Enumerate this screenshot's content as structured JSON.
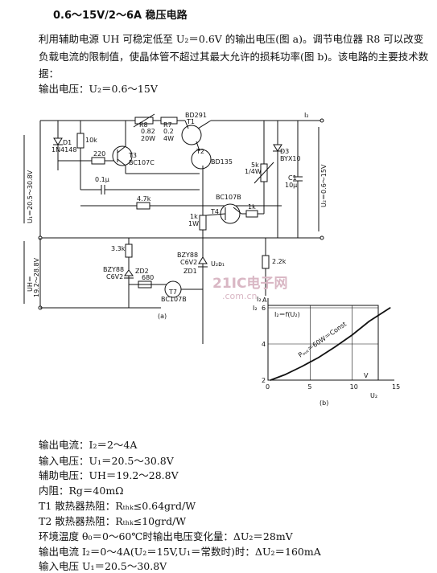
{
  "title": "0.6～15V/2～6A 稳压电路",
  "intro": [
    "利用辅助电源 UH 可稳定低至 U₂＝0.6V 的输出电压(图 a)。调节电位器 R8 可以改变",
    "负载电流的限制值，使晶体管不超过其最大允许的损耗功率(图 b)。该电路的主要技术数",
    "据：",
    "输出电压：U₂＝0.6～15V"
  ],
  "circuit": {
    "R8": "R8",
    "R8_val": "0.82",
    "R8_w": "20W",
    "R7": "R7",
    "R7_val": "0.2",
    "R7_w": "4W",
    "BD291": "BD291",
    "T1": "T1",
    "T2": "T2",
    "BD135": "BD135",
    "D1": "D1",
    "IN4148": "1N4148",
    "R10k": "10k",
    "R220": "220",
    "T3": "T3",
    "BC107C": "BC107C",
    "C01": "0.1μ",
    "R47k": "4.7k",
    "U1": "U₁＝20.5～30.8V",
    "R1k": "1k",
    "R1W": "1W",
    "T4": "T4",
    "BC107B": "BC107B",
    "R1k2": "1k",
    "Rpot5k": "5k",
    "Rpot_w": "1/4W",
    "D3": "D3",
    "BYX10": "BYX10",
    "C1": "C1",
    "C1_val": "10μ",
    "U2": "U₂＝0.6～15V",
    "I2": "I₂",
    "UH": "UH＝",
    "UH_val": "19.2～28.8V",
    "R33k": "3.3k",
    "BZY88a": "BZY88",
    "C6V2a": "C6V2",
    "ZD2": "ZD2",
    "BZY88b": "BZY88",
    "C6V2b": "C6V2",
    "ZD1": "ZD1",
    "UZD1": "U₂ᴅ₁",
    "R680": "680",
    "T7": "T7",
    "BC107B_b": "BC107B",
    "R22k": "2.2k",
    "A": "A",
    "Ia": "I₂",
    "fig_a": "(a)",
    "watermark": "21IC电子网",
    "watermark2": ".com.cn"
  },
  "chart_data": {
    "type": "line",
    "title": "",
    "annotation_func": "I₂＝f(U₂)",
    "curve_label": "Pₒᵤₜ＝60W＝Const",
    "xlabel": "U₂",
    "ylabel": "I₂",
    "x_unit": "V",
    "xlim": [
      0,
      15
    ],
    "ylim": [
      2,
      6
    ],
    "x_ticks": [
      "0",
      "5",
      "10",
      "15"
    ],
    "y_ticks": [
      "2",
      "4",
      "6"
    ],
    "series": [
      {
        "x": [
          0.3,
          2,
          4,
          6,
          8,
          10,
          12,
          14.5
        ],
        "y": [
          2.0,
          2.3,
          2.75,
          3.25,
          3.85,
          4.5,
          5.25,
          6.0
        ]
      }
    ],
    "fig_label": "(b)"
  },
  "specs": [
    "输出电流：I₂＝2～4A",
    "输入电压：U₁＝20.5～30.8V",
    "辅助电压：UH＝19.2～28.8V",
    "内阻：Rg＝40mΩ",
    "T1 散热器热阻：Rₜₕₖ≤0.64grd/W",
    "T2 散热器热阻：Rₜₕₖ≤10grd/W",
    "环境温度 θ₀＝0～60℃时输出电压变化量：ΔU₂＝28mV",
    "输出电流 I₂＝0～4A(U₂＝15V,U₁＝常数时)时：ΔU₂＝160mA",
    "输入电压 U₁＝20.5～30.8V"
  ]
}
